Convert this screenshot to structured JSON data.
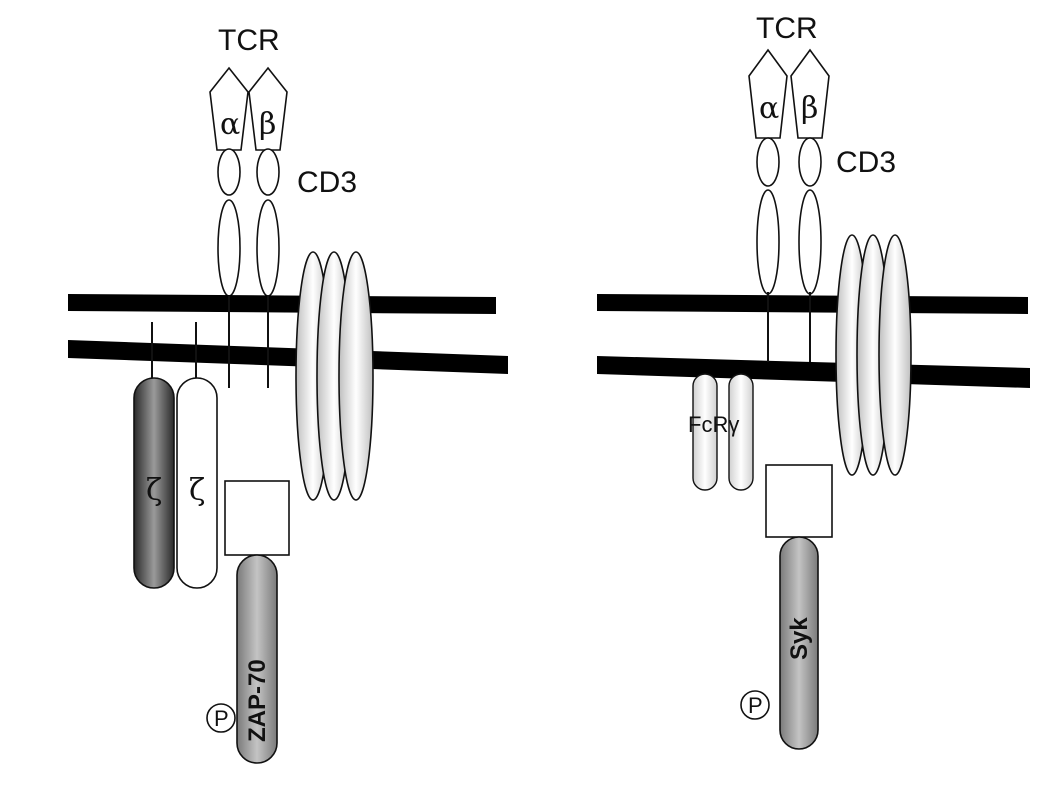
{
  "left_panel": {
    "tcr_label": "TCR",
    "alpha_label": "α",
    "beta_label": "β",
    "cd3_label": "CD3",
    "zeta1_label": "ζ",
    "zeta2_label": "ζ",
    "kinase_label": "ZAP-70",
    "phospho_label": "P"
  },
  "right_panel": {
    "tcr_label": "TCR",
    "alpha_label": "α",
    "beta_label": "β",
    "cd3_label": "CD3",
    "fcr_label": "FcRγ",
    "kinase_label": "Syk",
    "phospho_label": "P"
  },
  "colors": {
    "membrane": "#000000",
    "zeta_dark": "#555555",
    "kinase_gray": "#9a9a9a",
    "outline": "#111111"
  }
}
